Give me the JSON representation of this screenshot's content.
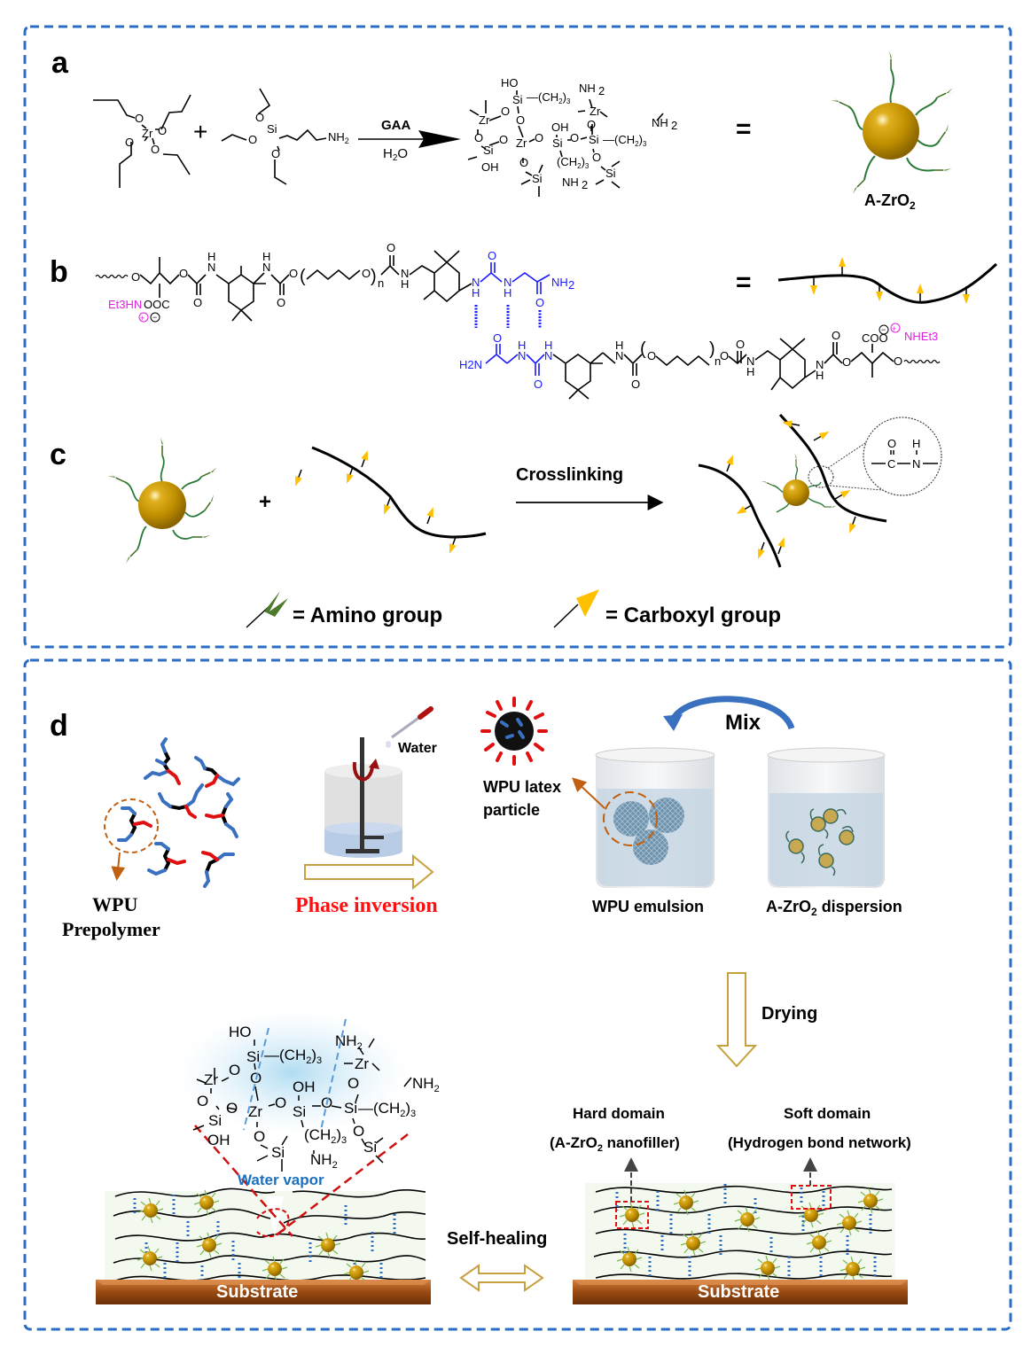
{
  "panels": {
    "a": {
      "label": "a",
      "reagent_arrow_top": "GAA",
      "reagent_arrow_bottom": "H2O",
      "equals": "=",
      "plus": "+",
      "product_name": "A-ZrO",
      "product_sub": "2",
      "atoms": {
        "zr": "Zr",
        "o": "O",
        "si": "Si",
        "nh2": "NH",
        "nh2_sub": "2",
        "ho": "HO",
        "oh": "OH",
        "ch2": "(CH",
        "ch2_sub": "2",
        "ch2_close": ")",
        "ch2_n": "3"
      }
    },
    "b": {
      "label": "b",
      "equals": "=",
      "counterion_left": "Et3HN",
      "counterion_right": "NHEt3",
      "carboxylate": "COO",
      "carboxylate_left": "OOC",
      "n": "n",
      "h": "H",
      "n_atom": "N",
      "o": "O",
      "nh2": "NH2",
      "h2n": "H2N"
    },
    "c": {
      "label": "c",
      "plus": "+",
      "arrow_label": "Crosslinking",
      "amide": {
        "o": "O",
        "h": "H",
        "c": "C",
        "n": "N"
      },
      "legend": [
        {
          "icon": "amino-group-icon",
          "text": "= Amino group"
        },
        {
          "icon": "carboxyl-group-icon",
          "text": "= Carboxyl group"
        }
      ]
    },
    "d": {
      "label": "d",
      "prepolymer_label_1": "WPU",
      "prepolymer_label_2": "Prepolymer",
      "water": "Water",
      "phase_inversion": "Phase inversion",
      "latex_label_1": "WPU latex",
      "latex_label_2": "particle",
      "mix": "Mix",
      "emulsion": "WPU emulsion",
      "dispersion": "A-ZrO",
      "dispersion_sub": "2",
      "dispersion_tail": " dispersion",
      "drying": "Drying",
      "hard_domain": "Hard domain",
      "hard_domain_detail_1": "(A-ZrO",
      "hard_domain_detail_sub": "2",
      "hard_domain_detail_2": " nanofiller)",
      "soft_domain": "Soft domain",
      "soft_domain_detail": "(Hydrogen bond network)",
      "water_vapor": "Water vapor",
      "self_healing": "Self-healing",
      "substrate_left": "Substrate",
      "substrate_right": "Substrate"
    }
  },
  "colors": {
    "frame": "#2b6cc4",
    "particle": "#c09000",
    "amino": "#4a7a2a",
    "carboxyl": "#ffc000",
    "urea_blue": "#1a1aff",
    "ion_magenta": "#e020e0",
    "phase_red": "#ff1010",
    "substrate": "#8b4513",
    "arrow_gold": "#c8a040"
  }
}
